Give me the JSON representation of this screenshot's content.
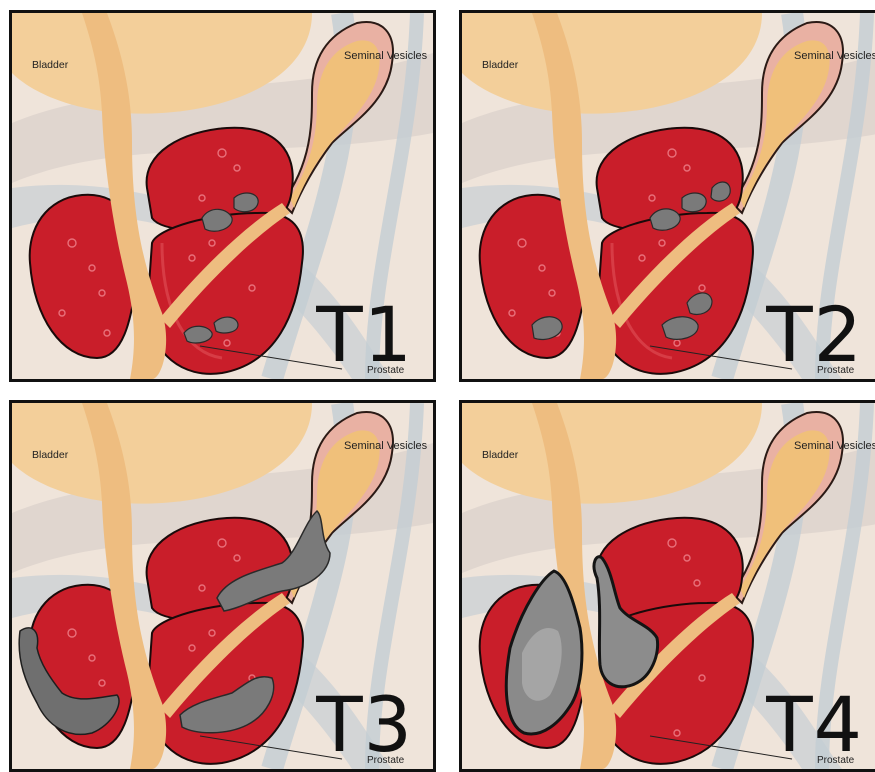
{
  "labels": {
    "bladder": "Bladder",
    "seminal_vesicles": "Seminal Vesicles",
    "prostate": "Prostate"
  },
  "panels": [
    {
      "stage": "T1"
    },
    {
      "stage": "T2"
    },
    {
      "stage": "T3"
    },
    {
      "stage": "T4"
    }
  ],
  "colors": {
    "background": "#efe4da",
    "bladder": "#f3cf9a",
    "urethra": "#eebd80",
    "prostate": "#c91e2a",
    "tumor": "#7a7a7a",
    "fold": "#b9c3c9"
  }
}
